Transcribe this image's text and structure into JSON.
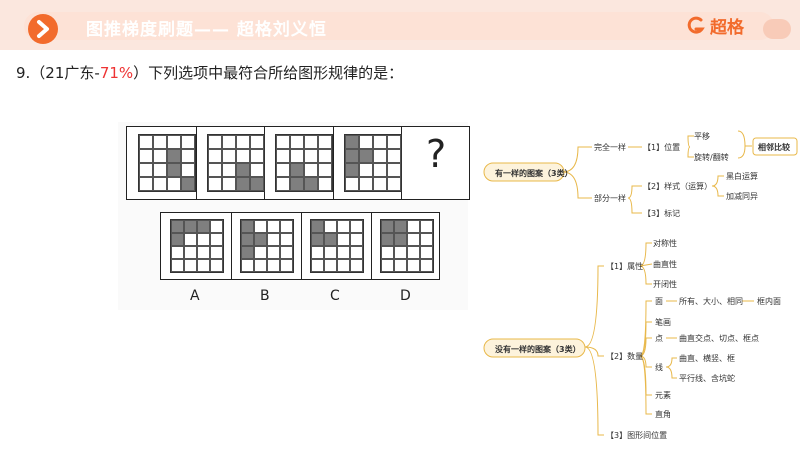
{
  "header": {
    "title": "图推梯度刷题—— 超格刘义恒",
    "logo_text": "超格",
    "accent_color": "#f26b2c"
  },
  "question": {
    "prefix": "9.（21广东-",
    "percent": "71%",
    "suffix": "）下列选项中最符合所给图形规律的是："
  },
  "puzzle": {
    "question_mark": "?",
    "figures": [
      [
        [
          1,
          2
        ],
        [
          2,
          2
        ],
        [
          3,
          3
        ]
      ],
      [
        [
          2,
          2
        ],
        [
          3,
          2
        ],
        [
          3,
          3
        ]
      ],
      [
        [
          2,
          1
        ],
        [
          3,
          1
        ],
        [
          3,
          2
        ]
      ],
      [
        [
          0,
          0
        ],
        [
          1,
          0
        ],
        [
          1,
          1
        ],
        [
          2,
          0
        ]
      ]
    ],
    "options": [
      {
        "label": "A",
        "filled": [
          [
            0,
            0
          ],
          [
            0,
            1
          ],
          [
            0,
            2
          ],
          [
            1,
            0
          ]
        ]
      },
      {
        "label": "B",
        "filled": [
          [
            0,
            0
          ],
          [
            1,
            0
          ],
          [
            1,
            1
          ],
          [
            2,
            0
          ]
        ]
      },
      {
        "label": "C",
        "filled": [
          [
            0,
            0
          ],
          [
            1,
            0
          ],
          [
            1,
            1
          ]
        ]
      },
      {
        "label": "D",
        "filled": [
          [
            0,
            0
          ],
          [
            0,
            1
          ],
          [
            1,
            0
          ],
          [
            1,
            1
          ]
        ]
      }
    ]
  },
  "mindmap": {
    "group1": {
      "root": "有一样的图案（3类）",
      "b1": "完全一样",
      "b1_child": "【1】位置",
      "b1_leaf1": "平移",
      "b1_leaf2": "旋转/翻转",
      "b1_side": "相邻比较",
      "b2": "部分一样",
      "b2_child1": "【2】样式（运算）",
      "b2_leaf1": "黑白运算",
      "b2_leaf2": "加减同异",
      "b2_child2": "【3】标记"
    },
    "group2": {
      "root": "没有一样的图案（3类）",
      "attr": "【1】属性",
      "attr1": "对称性",
      "attr2": "曲直性",
      "attr3": "开闭性",
      "num": "【2】数量",
      "mian": "面",
      "mian_detail": "所有、大小、相同",
      "mian_extra": "框内面",
      "bihua": "笔画",
      "dian": "点",
      "dian_detail": "曲直交点、切点、框点",
      "xian": "线",
      "xian_d1": "曲直、横竖、框",
      "xian_d2": "平行线、含坑蛇",
      "yuansu": "元素",
      "zhijiao": "直角",
      "pos": "【3】图形间位置"
    }
  }
}
